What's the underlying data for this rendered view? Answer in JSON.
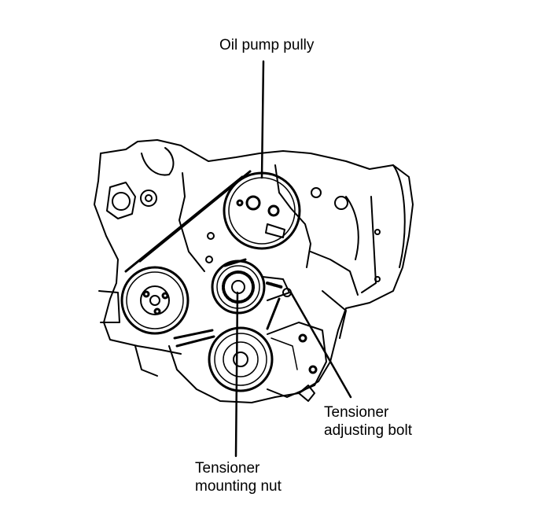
{
  "labels": {
    "oil_pump_pulley": "Oil pump pully",
    "tensioner_adjusting_bolt": [
      "Tensioner",
      "adjusting bolt"
    ],
    "tensioner_mounting_nut": [
      "Tensioner",
      "mounting nut"
    ]
  }
}
